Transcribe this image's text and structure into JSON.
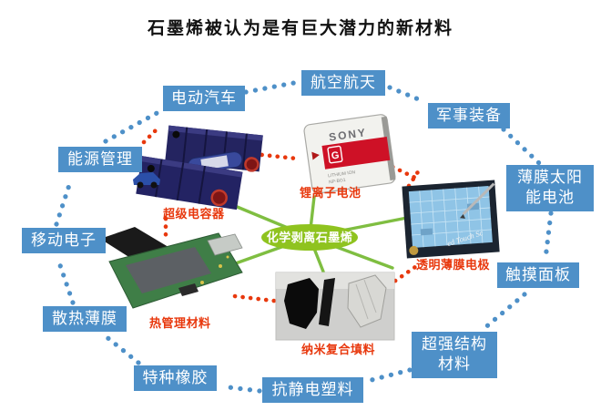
{
  "title": "石墨烯被认为是有巨大潜力的新材料",
  "center_node": {
    "label": "化学剥离石墨烯"
  },
  "ring_labels": [
    {
      "label": "电动汽车"
    },
    {
      "label": "航空航天"
    },
    {
      "label": "军事装备"
    },
    {
      "label": "能源管理"
    },
    {
      "label": "薄膜太阳能电池"
    },
    {
      "label": "移动电子"
    },
    {
      "label": "触摸面板"
    },
    {
      "label": "散热薄膜"
    },
    {
      "label": "超强结构材料"
    },
    {
      "label": "特种橡胶"
    },
    {
      "label": "抗静电塑料"
    }
  ],
  "product_captions": [
    {
      "label": "超级电容器"
    },
    {
      "label": "锂离子电池"
    },
    {
      "label": "透明薄膜电极"
    },
    {
      "label": "热管理材料"
    },
    {
      "label": "纳米复合填料"
    }
  ],
  "battery": {
    "brand": "SONY",
    "badge": "G",
    "line1": "LITHIUM ION",
    "line2": "NP-BG1"
  },
  "touchscreen": {
    "caption": "ed Touch Sc"
  },
  "colors": {
    "label_blue": "#4E90C8",
    "connector_red": "#E8380D",
    "node_green": "#8FC31F",
    "spoke_green": "#7FBE41"
  }
}
